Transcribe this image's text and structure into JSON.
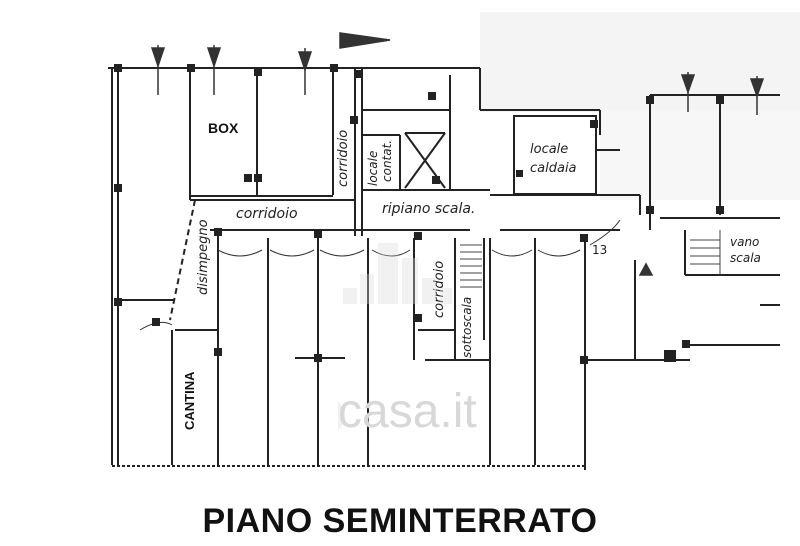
{
  "plan_labels": {
    "box": "BOX",
    "corridoio_top": "corridoio",
    "corridoio_horizontal": "corridoio",
    "locale_contat_1": "locale",
    "locale_contat_2": "contat.",
    "locale_caldaia_1": "locale",
    "locale_caldaia_2": "caldaia",
    "ripiano_scala": "ripiano scala.",
    "disimpegno": "disimpegno",
    "corridoio_vertical": "corridoio",
    "sottoscala": "sottoscala",
    "cantina": "CANTINA",
    "vano_scala_1": "vano",
    "vano_scala_2": "scala",
    "number_13": "13"
  },
  "title": "PIANO SEMINTERRATO",
  "watermark": {
    "text": "casa.it"
  },
  "colors": {
    "line": "#222222",
    "watermark": "#d9d9d9"
  }
}
